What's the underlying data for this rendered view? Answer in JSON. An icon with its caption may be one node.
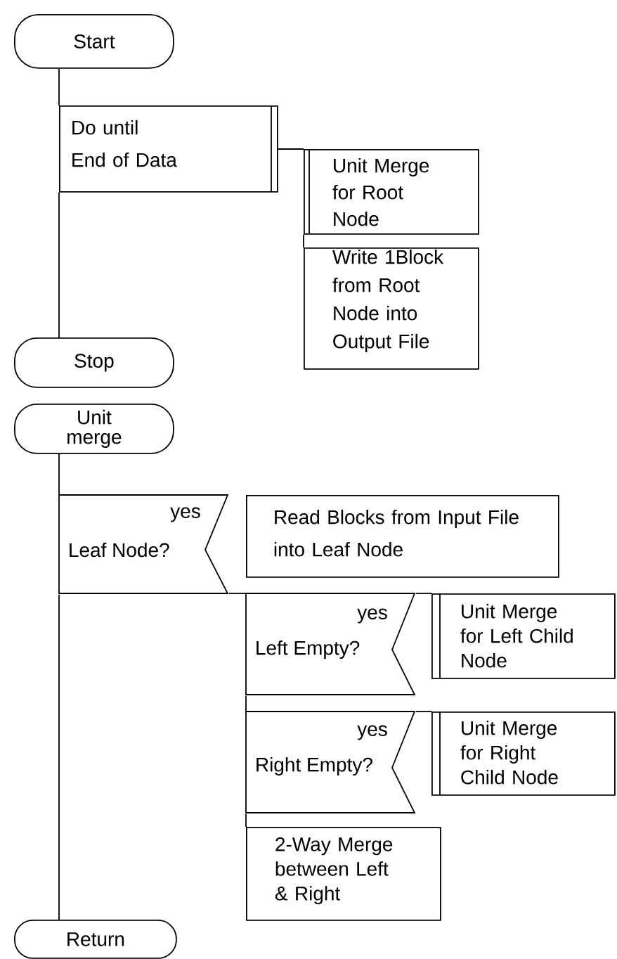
{
  "diagram": {
    "nodes": [
      {
        "text": [
          "Start"
        ]
      },
      {
        "text": [
          "Do until End of Data"
        ]
      },
      {
        "text": [
          "Unit Merge for Root Node"
        ]
      },
      {
        "text": [
          "Write 1Block from Root Node into Output File"
        ]
      },
      {
        "text": [
          "Stop"
        ]
      },
      {
        "text": [
          "Unit merge"
        ]
      },
      {
        "text": [
          "yes",
          "Leaf Node?"
        ]
      },
      {
        "text": [
          "Read Blocks from Input File into Leaf Node"
        ]
      },
      {
        "text": [
          "yes",
          "Left Empty?"
        ]
      },
      {
        "text": [
          "Unit Merge for Left Child Node"
        ]
      },
      {
        "text": [
          "yes",
          "Right Empty?"
        ]
      },
      {
        "text": [
          "Unit Merge for Right Child Node"
        ]
      },
      {
        "text": [
          "2-Way Merge between Left & Right"
        ]
      },
      {
        "text": [
          "Return"
        ]
      }
    ],
    "edges": [
      {
        "from": 0,
        "to": 1,
        "arrow": "none"
      },
      {
        "from": 1,
        "to": 4,
        "arrow": "none"
      },
      {
        "from": 1,
        "to": 2,
        "arrow": "none"
      },
      {
        "from": 2,
        "to": 3,
        "arrow": "none"
      },
      {
        "from": 5,
        "to": 6,
        "arrow": "none"
      },
      {
        "from": 6,
        "to": 13,
        "arrow": "none"
      },
      {
        "from": 6,
        "to": 8,
        "arrow": "none"
      },
      {
        "from": 8,
        "to": 9,
        "arrow": "none"
      },
      {
        "from": 10,
        "to": 11,
        "arrow": "none"
      },
      {
        "from": 8,
        "to": 10,
        "arrow": "none"
      },
      {
        "from": 10,
        "to": 12,
        "arrow": "none"
      }
    ]
  }
}
